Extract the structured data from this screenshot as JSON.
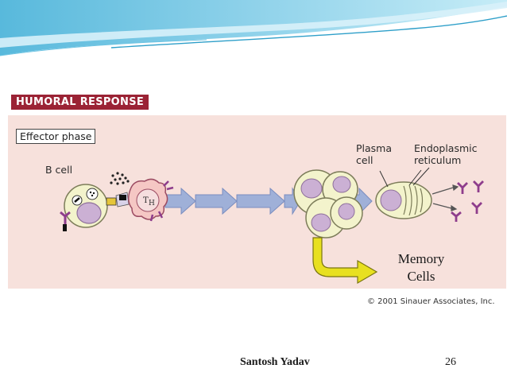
{
  "slide": {
    "footer_author": "Santosh Yadav",
    "page_number": "26"
  },
  "figure": {
    "title": "HUMORAL RESPONSE",
    "phase": "Effector phase",
    "labels": {
      "b_cell": "B cell",
      "th": "T",
      "th_sub": "H",
      "plasma_cell": "Plasma\ncell",
      "er": "Endoplasmic\nreticulum",
      "memory_cells": "Memory\nCells"
    },
    "copyright": "© 2001 Sinauer Associates, Inc."
  },
  "colors": {
    "header_light": "#a9dcef",
    "header_dark": "#2e9fc9",
    "title_bg": "#9b2335",
    "panel_bg": "#f7e1dc",
    "cell_fill": "#f3f3cc",
    "nucleus_fill": "#cbb0d4",
    "arrow_fill": "#9fb0d8",
    "memory_arrow": "#e8e020",
    "antibody": "#8e3d8c"
  }
}
